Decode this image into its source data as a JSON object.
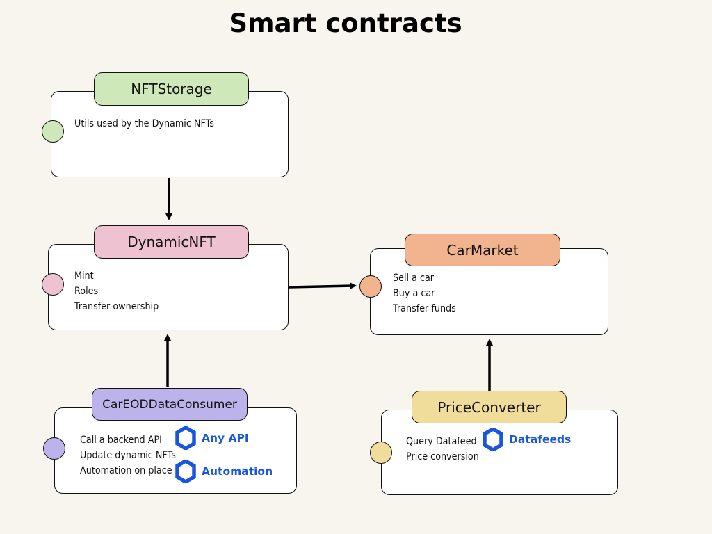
{
  "title": "Smart contracts",
  "colors": {
    "nftstorage": "#cfe8b9",
    "dynamicnft": "#efc2d2",
    "carmarket": "#f1b48e",
    "careod": "#bcb3ea",
    "priceconverter": "#f0dd9c",
    "chainlink": "#1a56db"
  },
  "nodes": {
    "nftstorage": {
      "label": "NFTStorage",
      "lines": [
        "Utils used by the Dynamic NFTs"
      ]
    },
    "dynamicnft": {
      "label": "DynamicNFT",
      "lines": [
        "Mint",
        "Roles",
        "Transfer ownership"
      ]
    },
    "carmarket": {
      "label": "CarMarket",
      "lines": [
        "Sell a car",
        "Buy  a car",
        "Transfer funds"
      ]
    },
    "careod": {
      "label": "CarEODDataConsumer",
      "lines": [
        "Call a backend API",
        "Update dynamic NFTs",
        "Automation on place"
      ],
      "badges": [
        "Any API",
        "Automation"
      ]
    },
    "priceconverter": {
      "label": "PriceConverter",
      "lines": [
        "Query Datafeed",
        "Price conversion"
      ],
      "badges": [
        "Datafeeds"
      ]
    }
  },
  "icons": {
    "chainlink": "chainlink-hexagon-icon"
  },
  "edges": [
    {
      "from": "nftstorage",
      "to": "dynamicnft"
    },
    {
      "from": "dynamicnft",
      "to": "carmarket"
    },
    {
      "from": "careod",
      "to": "dynamicnft"
    },
    {
      "from": "priceconverter",
      "to": "carmarket"
    }
  ]
}
